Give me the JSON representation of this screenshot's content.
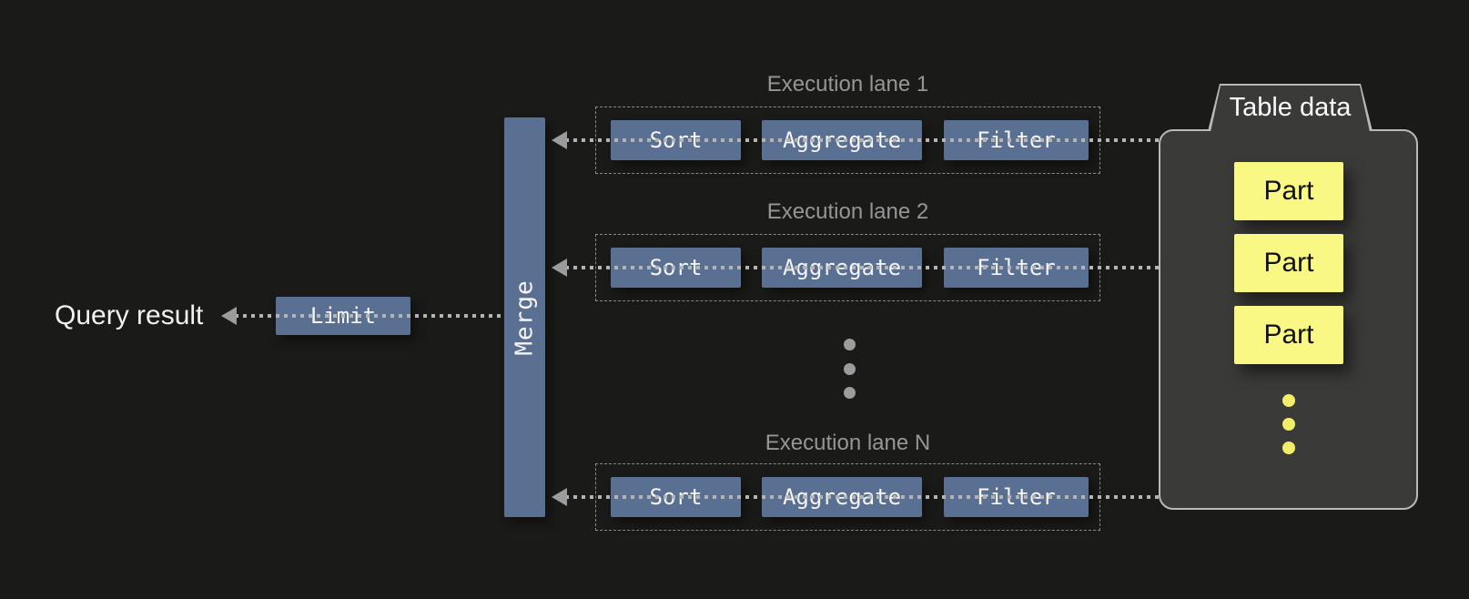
{
  "query_result": {
    "label": "Query result"
  },
  "limit": {
    "label": "Limit"
  },
  "merge": {
    "label": "Merge"
  },
  "lanes": [
    {
      "title": "Execution lane 1",
      "ops": [
        "Sort",
        "Aggregate",
        "Filter"
      ]
    },
    {
      "title": "Execution lane 2",
      "ops": [
        "Sort",
        "Aggregate",
        "Filter"
      ]
    },
    {
      "title": "Execution lane N",
      "ops": [
        "Sort",
        "Aggregate",
        "Filter"
      ]
    }
  ],
  "table_data": {
    "title": "Table data",
    "parts": [
      "Part",
      "Part",
      "Part"
    ]
  },
  "colors": {
    "background": "#1a1a18",
    "node_blue": "#5a7093",
    "part_yellow": "#f9f884",
    "dot_yellow": "#f2ee6a",
    "connector_gray": "#b4b4b4",
    "arrow_gray": "#9c9c9c",
    "label_gray": "#969696",
    "table_fill": "#3a3a38",
    "table_border": "#b9b9b9"
  }
}
